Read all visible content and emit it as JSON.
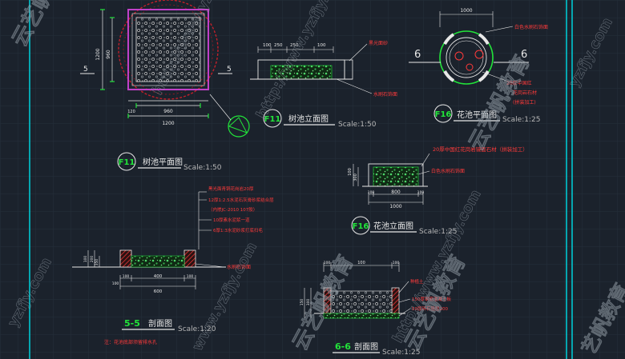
{
  "colors": {
    "background": "#1b222c",
    "grid": "#26303b",
    "frame": "#00c8d2",
    "green": "#22e43a",
    "red": "#ff3a3a",
    "magenta": "#c040c8",
    "white": "#e8e8e8",
    "yellow": "#f2f200",
    "cyan": "#38e8f0"
  },
  "tree_pit_plan": {
    "code": "F11",
    "title": "树池平面图",
    "scale": "Scale:1:50",
    "dims": [
      "960",
      "1200",
      "1200",
      "960",
      "120"
    ],
    "section_marks": [
      "5",
      "5"
    ]
  },
  "tree_pit_elevation": {
    "code": "F11",
    "title": "树池立面图",
    "scale": "Scale:1:50",
    "dims": [
      "100",
      "250",
      "250",
      "100"
    ],
    "notes": [
      "黑光面砂",
      "水刷石饰面"
    ]
  },
  "planter_plan": {
    "code": "F16",
    "title": "花池平面图",
    "scale": "Scale:1:25",
    "dims": [
      "1000"
    ],
    "section_marks": [
      "6",
      "6"
    ],
    "notes": [
      "白色水刷石饰面",
      "20厚中国红",
      "花岗岩石材",
      "(拼装加工)"
    ]
  },
  "planter_elevation": {
    "code": "F16",
    "title": "花池立面图",
    "scale": "Scale:1:25",
    "dims": [
      "100",
      "300",
      "800",
      "1000",
      "100",
      "100"
    ],
    "notes": [
      "20厚中国红花岗岩镜面石材（拼装加工）",
      "白色水刷石饰面"
    ]
  },
  "section_5_5": {
    "code": "5-5",
    "title": "剖面图",
    "scale": "Scale:1:20",
    "layers": [
      "黑光面青铜花岗岩20厚",
      "12厚1:2.5水泥石灰膏砂浆结合层",
      "（内掺JC-2010 107胶）",
      "10厚素水泥浆一道",
      "6厚1:3水泥砂浆打底扫毛"
    ],
    "side_note": "水刷石饰面",
    "dims": [
      "100",
      "100",
      "400",
      "100",
      "600"
    ],
    "left_dims": [
      "100",
      "200",
      "350"
    ],
    "footnote": "注：花池底部须留排水孔"
  },
  "section_6_6": {
    "code": "6-6",
    "title": "剖面图",
    "scale": "Scale:1:25",
    "labels": [
      "种植土",
      "150厚钢筋混凝土板",
      "50厚碎石垫层200"
    ],
    "dims": [
      "100",
      "100",
      "150",
      "300",
      "100"
    ]
  },
  "watermarks": [
    "云艺帆教育",
    "http://www.yzfjy.com",
    "www.yzfjy.com",
    "yzfjy.com",
    "云艺帆教育",
    "http://www.yzfjy.com",
    "云艺帆教育",
    "http://www.yzfjy.com",
    "云艺帆教育",
    "yzfjy.com",
    "艺帆教育"
  ]
}
